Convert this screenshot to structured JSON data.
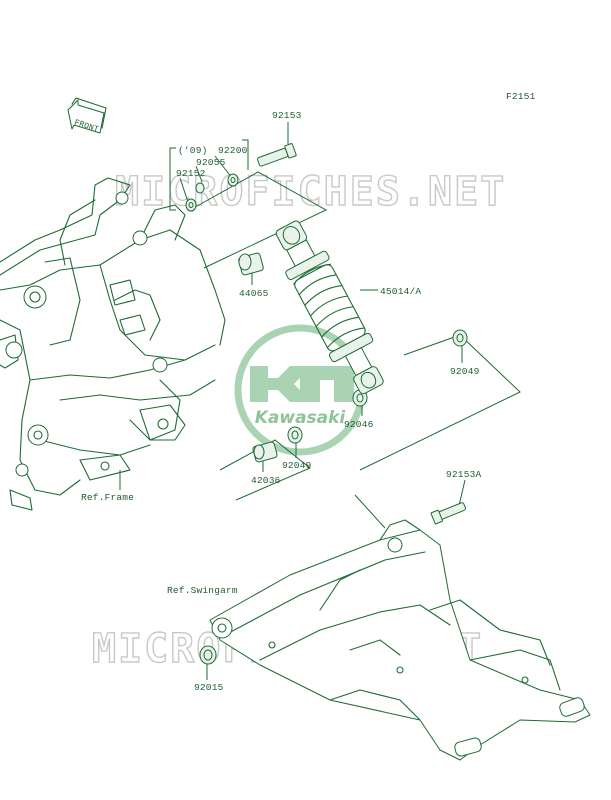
{
  "figure_code": "F2151",
  "front_tag": "FRONT",
  "watermark": "MICROFICHES.NET",
  "logo": {
    "text": "Kawasaki",
    "color": "#8fc49b"
  },
  "ink_color": "#1f6b33",
  "labels": {
    "p92153": "92153",
    "year09": "('09)",
    "p92200": "92200",
    "p92055": "92055",
    "p92152": "92152",
    "p44065": "44065",
    "p45014A": "45014/A",
    "p92049_top": "92049",
    "p92046": "92046",
    "p92049_bottom": "92049",
    "p42036": "42036",
    "p92153A": "92153A",
    "ref_frame": "Ref.Frame",
    "ref_swingarm": "Ref.Swingarm",
    "p92015": "92015"
  }
}
